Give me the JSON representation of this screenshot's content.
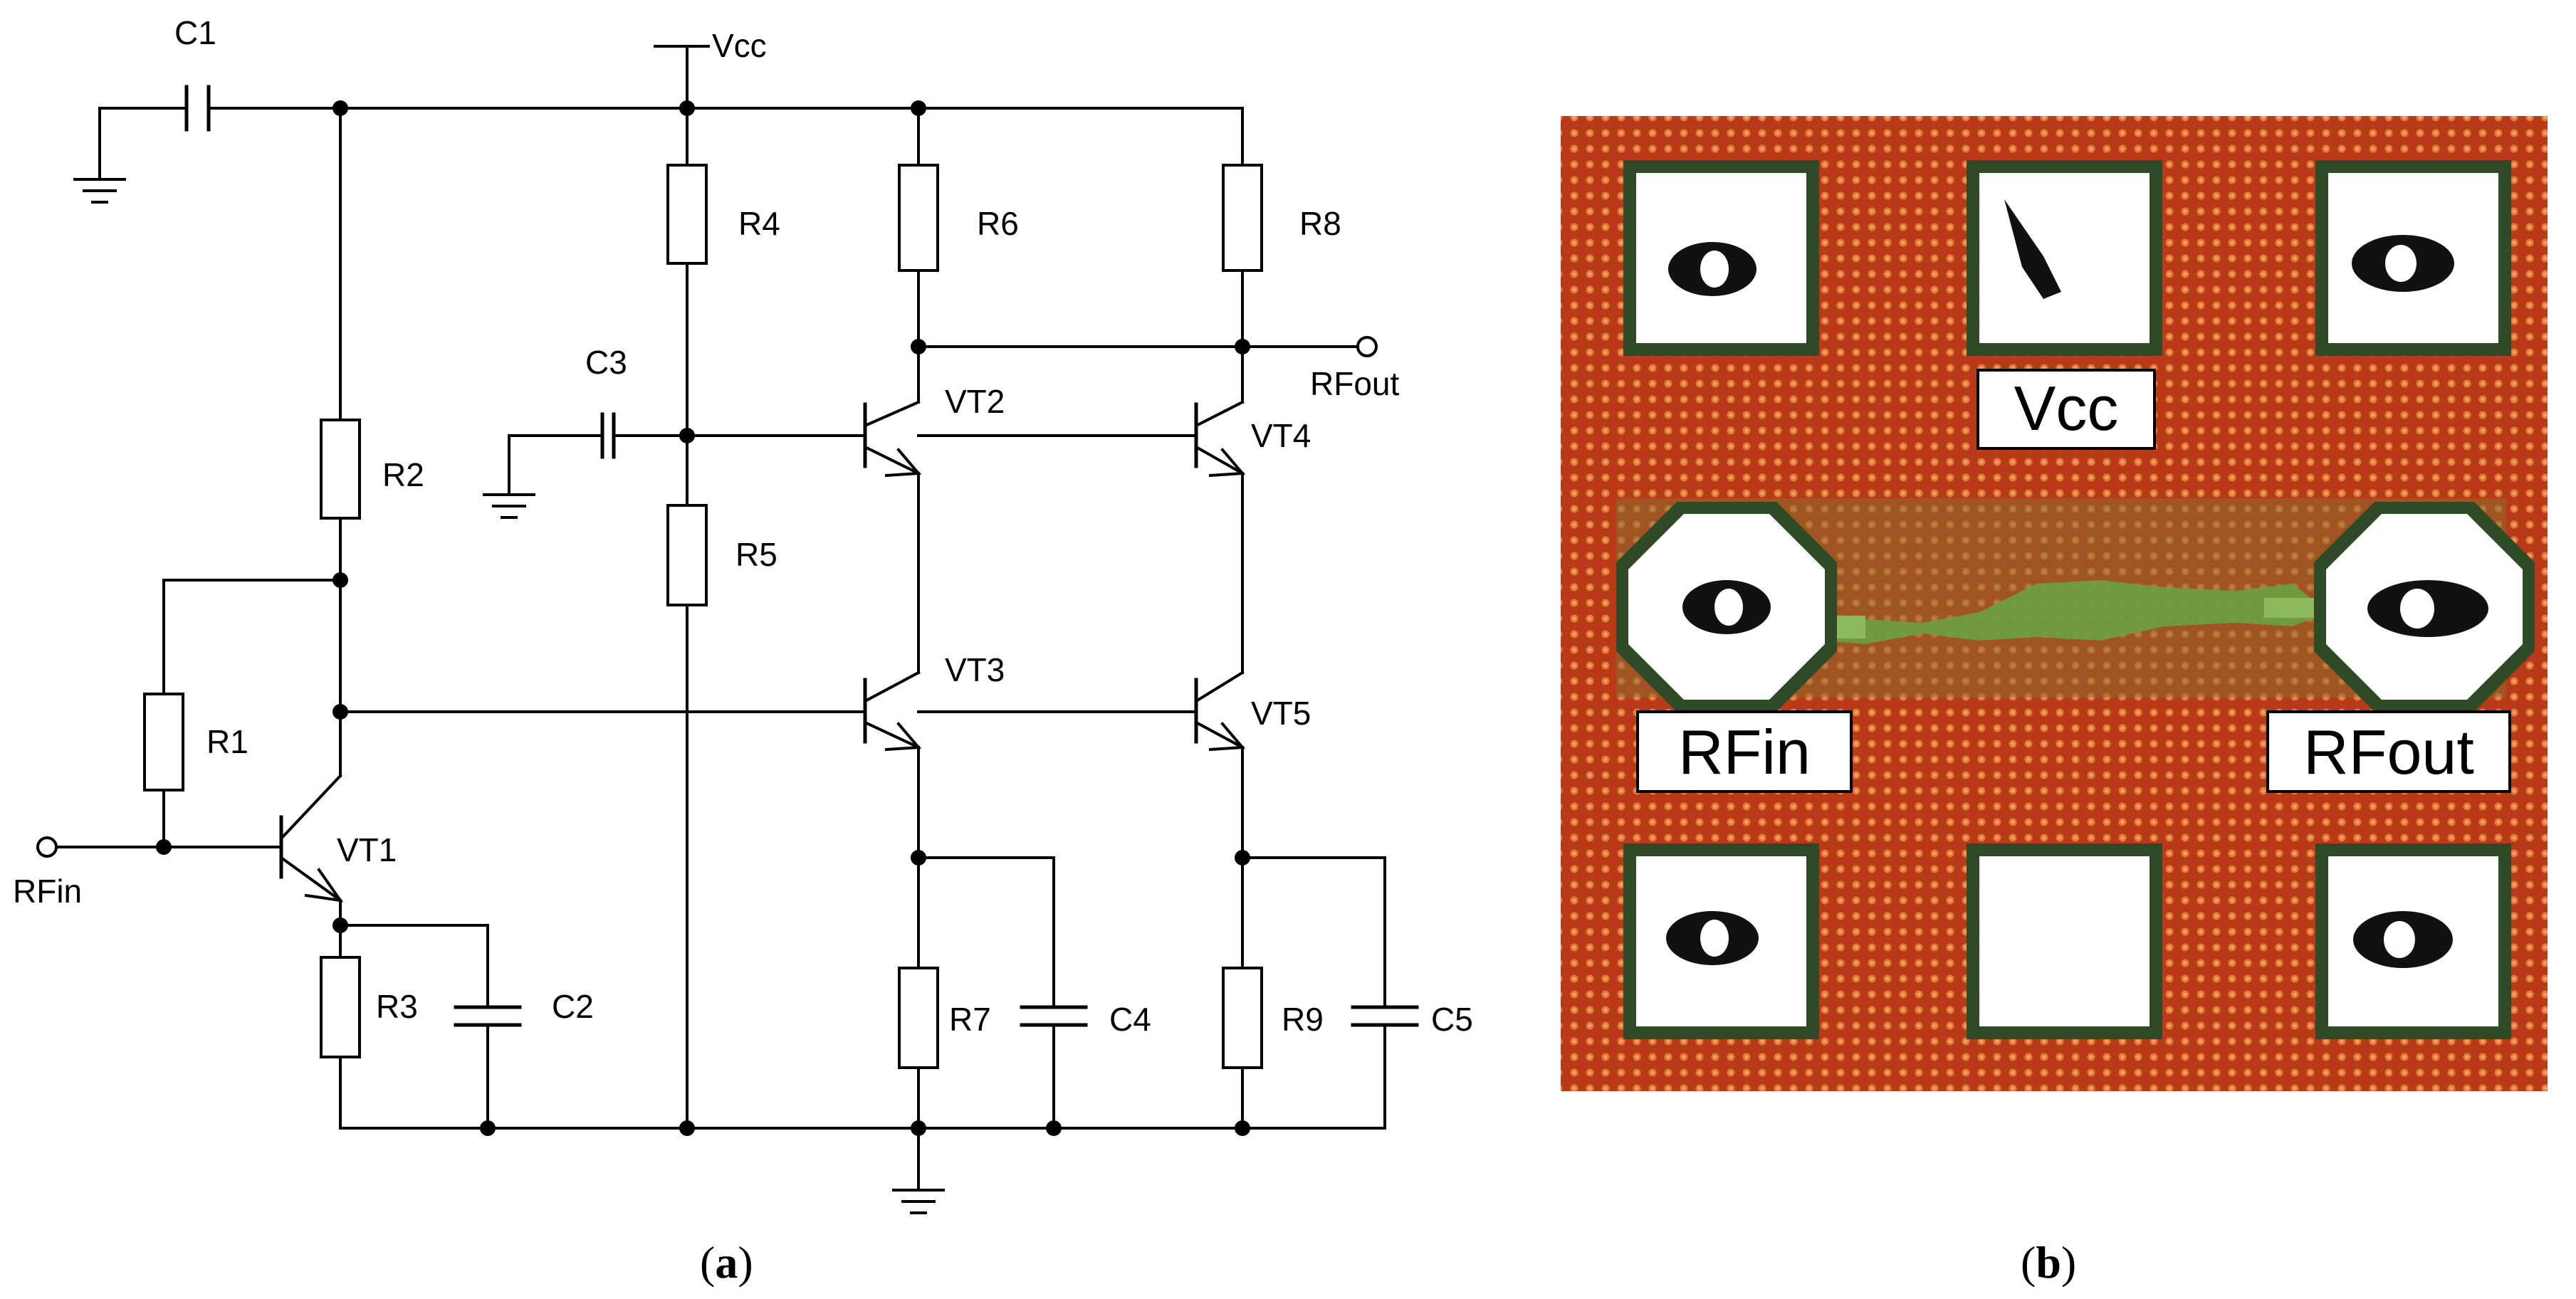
{
  "schematic": {
    "caption_letter": "a",
    "supply_label": "Vcc",
    "input_label": "RFin",
    "output_label": "RFout",
    "components": {
      "c1": "C1",
      "c2": "C2",
      "c3": "C3",
      "c4": "C4",
      "c5": "C5",
      "r1": "R1",
      "r2": "R2",
      "r3": "R3",
      "r4": "R4",
      "r5": "R5",
      "r6": "R6",
      "r7": "R7",
      "r8": "R8",
      "r9": "R9",
      "vt1": "VT1",
      "vt2": "VT2",
      "vt3": "VT3",
      "vt4": "VT4",
      "vt5": "VT5"
    }
  },
  "die_photo": {
    "caption_letter": "b",
    "pad_labels": {
      "vcc": "Vcc",
      "rfin": "RFin",
      "rfout": "RFout"
    },
    "colors": {
      "substrate": "#c0401a",
      "pad": "#ffffff",
      "pad_border": "#4a6a3a",
      "trace": "#6aa040",
      "label_bg": "#ffffff"
    }
  }
}
